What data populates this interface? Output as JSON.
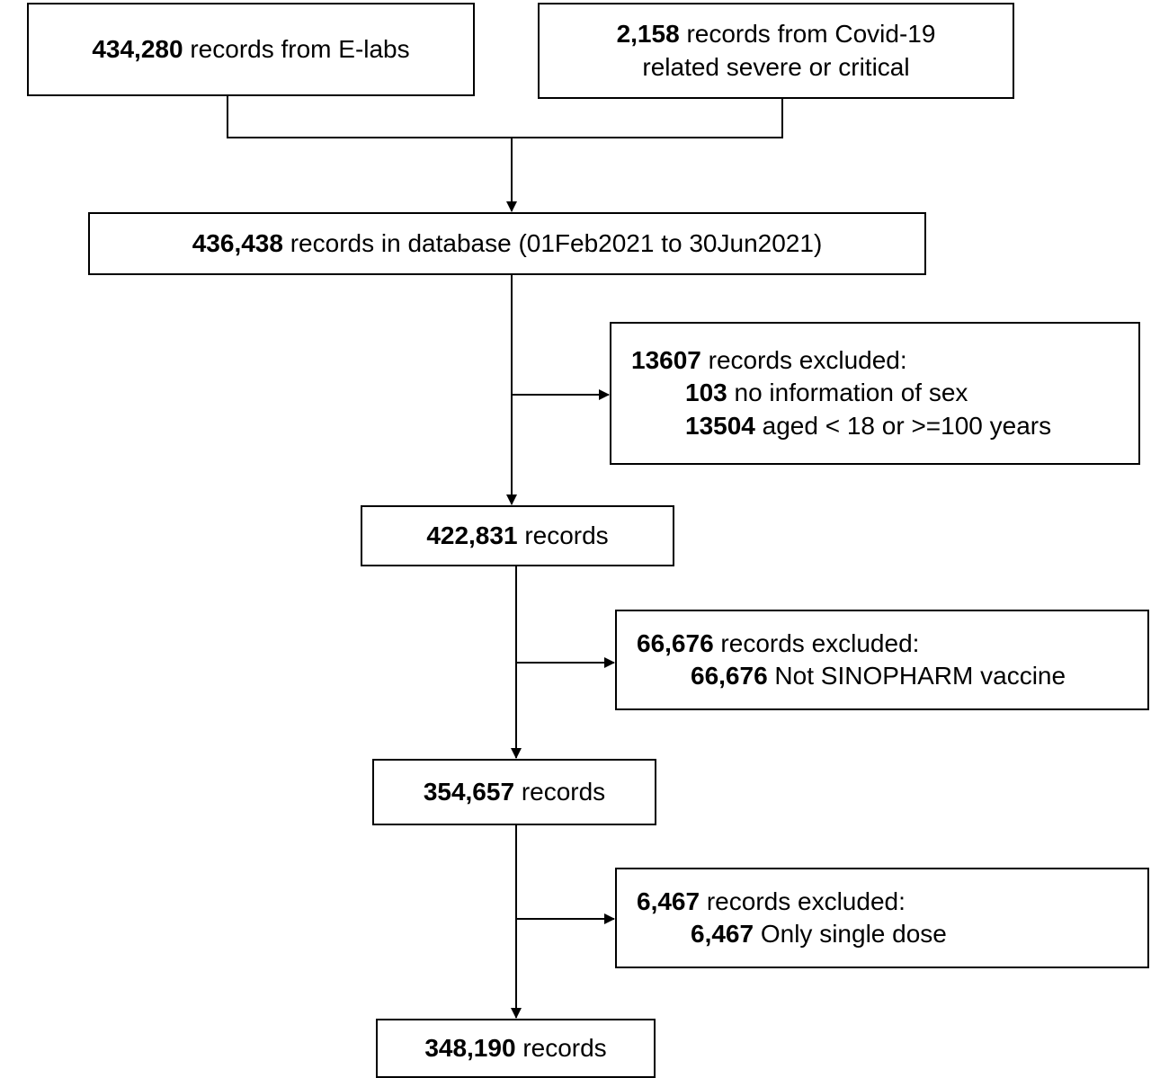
{
  "boxes": {
    "elabs": {
      "count": "434,280",
      "text": "records from E-labs"
    },
    "covid": {
      "count": "2,158",
      "text": "records from Covid-19",
      "text2": "related severe or critical"
    },
    "database": {
      "count": "436,438",
      "text": "records in database (01Feb2021 to 30Jun2021)"
    },
    "exclusion1": {
      "count": "13607",
      "text": "records excluded:",
      "items": [
        {
          "count": "103",
          "text": "no information of sex"
        },
        {
          "count": "13504",
          "text": "aged < 18 or >=100 years"
        }
      ]
    },
    "records1": {
      "count": "422,831",
      "text": "records"
    },
    "exclusion2": {
      "count": "66,676",
      "text": "records excluded:",
      "items": [
        {
          "count": "66,676",
          "text": "Not SINOPHARM vaccine"
        }
      ]
    },
    "records2": {
      "count": "354,657",
      "text": "records"
    },
    "exclusion3": {
      "count": "6,467",
      "text": "records excluded:",
      "items": [
        {
          "count": "6,467",
          "text": "Only single dose"
        }
      ]
    },
    "records3": {
      "count": "348,190",
      "text": "records"
    }
  },
  "colors": {
    "stroke": "#000000",
    "background": "#ffffff"
  }
}
